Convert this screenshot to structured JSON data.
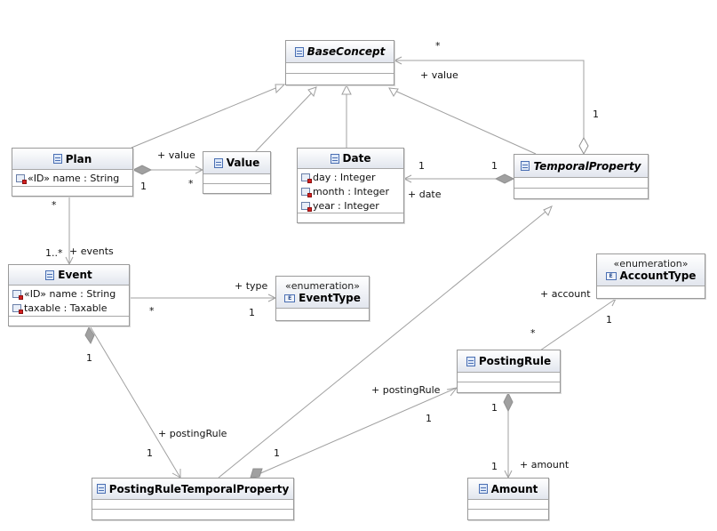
{
  "classes": {
    "base_concept": {
      "name": "BaseConcept"
    },
    "plan": {
      "name": "Plan",
      "attributes": [
        {
          "text": "«ID» name : String"
        }
      ]
    },
    "value": {
      "name": "Value"
    },
    "date": {
      "name": "Date",
      "attributes": [
        {
          "text": "day : Integer"
        },
        {
          "text": "month : Integer"
        },
        {
          "text": "year : Integer"
        }
      ]
    },
    "temporal_property": {
      "name": "TemporalProperty"
    },
    "event": {
      "name": "Event",
      "attributes": [
        {
          "text": "«ID» name : String"
        },
        {
          "text": "taxable : Taxable"
        }
      ]
    },
    "event_type": {
      "stereotype": "«enumeration»",
      "name": "EventType",
      "icon": "E"
    },
    "account_type": {
      "stereotype": "«enumeration»",
      "name": "AccountType",
      "icon": "E"
    },
    "posting_rule": {
      "name": "PostingRule"
    },
    "posting_rule_temporal_property": {
      "name": "PostingRuleTemporalProperty"
    },
    "amount": {
      "name": "Amount"
    }
  },
  "labels": {
    "tp_base_mult": "*",
    "tp_base_role": "+ value",
    "tp_base_one": "1",
    "plan_value_role": "+ value",
    "plan_value_one": "1",
    "plan_value_many": "*",
    "date_one": "1",
    "tp_date_one": "1",
    "date_role": "+ date",
    "plan_events_many": "*",
    "events_mult": "1..*",
    "events_role": "+ events",
    "type_role": "+ type",
    "type_many": "*",
    "type_one": "1",
    "account_role": "+ account",
    "account_one": "1",
    "account_many": "*",
    "event_pr_one": "1",
    "event_pr_role": "+ postingRule",
    "event_pr_one_bottom": "1",
    "prtp_pr_role": "+ postingRule",
    "prtp_pr_one_top": "1",
    "prtp_pr_one_bottom": "1",
    "amount_one_top": "1",
    "amount_one_bottom": "1",
    "amount_role": "+ amount"
  }
}
